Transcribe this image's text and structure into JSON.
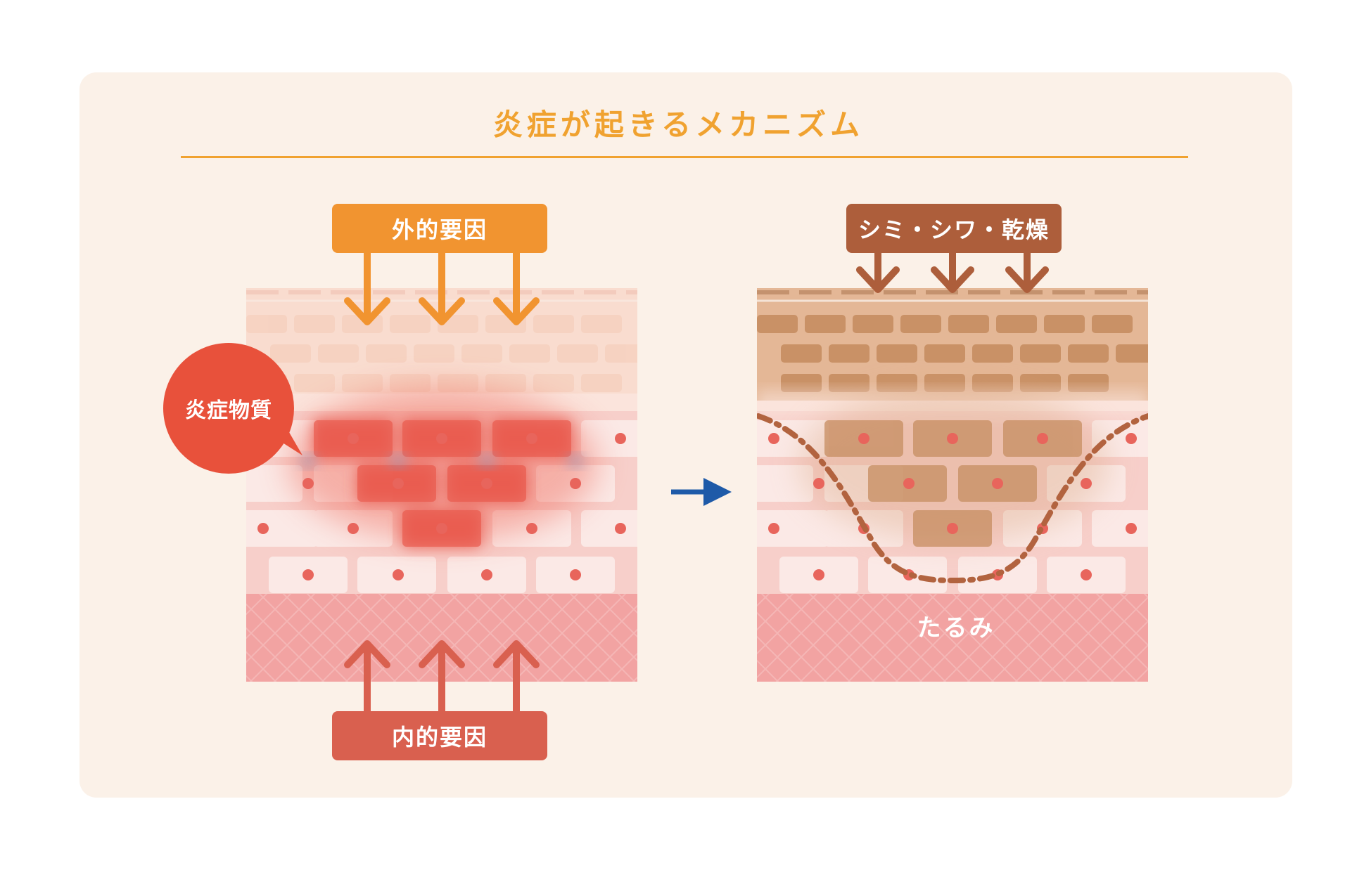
{
  "title": "炎症が起きるメカニズム",
  "labels": {
    "external": "外的要因",
    "internal": "内的要因",
    "inflammatory": "炎症物質",
    "result": "シミ・シワ・乾燥",
    "sagging": "たるみ"
  },
  "colors": {
    "card_bg": "#fbf1e8",
    "accent_orange": "#f0a230",
    "external_arrow": "#f19430",
    "internal_arrow": "#d9604f",
    "result_brown": "#ad5e3b",
    "inflammation_red": "#e8513b",
    "transition_arrow_blue": "#1e5aa8",
    "dermis_pink": "#f2a3a2"
  },
  "icons": {
    "transition": "right-arrow-icon"
  }
}
